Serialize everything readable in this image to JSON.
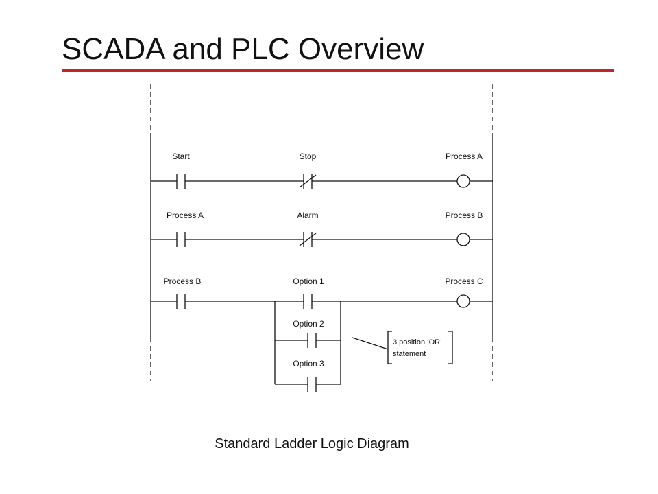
{
  "slide": {
    "title": "SCADA and PLC Overview",
    "accent_color": "#c0272d",
    "caption": "Standard Ladder Logic Diagram"
  },
  "diagram": {
    "rungs": [
      {
        "contacts": [
          {
            "label": "Start",
            "type": "normally-open"
          },
          {
            "label": "Stop",
            "type": "normally-closed"
          }
        ],
        "coil": {
          "label": "Process A"
        }
      },
      {
        "contacts": [
          {
            "label": "Process A",
            "type": "normally-open"
          },
          {
            "label": "Alarm",
            "type": "normally-closed"
          }
        ],
        "coil": {
          "label": "Process B"
        }
      },
      {
        "contacts": [
          {
            "label": "Process B",
            "type": "normally-open"
          }
        ],
        "or_branch": [
          {
            "label": "Option 1",
            "type": "normally-open"
          },
          {
            "label": "Option 2",
            "type": "normally-open"
          },
          {
            "label": "Option 3",
            "type": "normally-open"
          }
        ],
        "coil": {
          "label": "Process C"
        }
      }
    ],
    "annotation": {
      "line1": "3 position ‘OR’",
      "line2": "statement"
    }
  }
}
